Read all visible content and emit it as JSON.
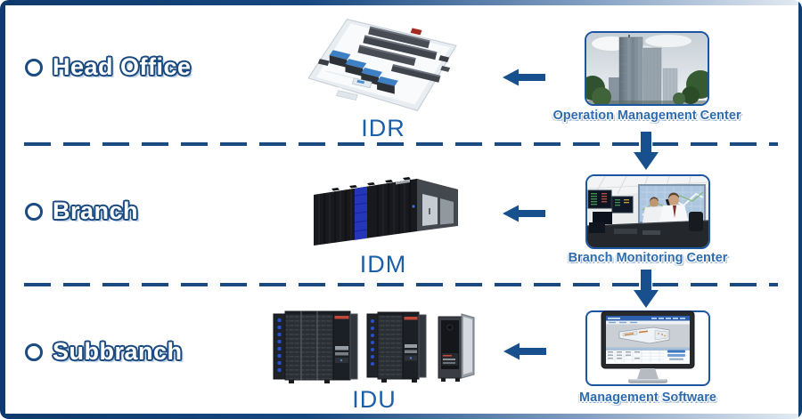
{
  "diagram": {
    "sections": [
      {
        "section_label": "Head Office",
        "equipment_label": "IDR",
        "center_label": "Operation Management Center"
      },
      {
        "section_label": "Branch",
        "equipment_label": "IDM",
        "center_label": "Branch Monitoring Center"
      },
      {
        "section_label": "Subbranch",
        "equipment_label": "IDU",
        "center_label": "Management Software"
      }
    ],
    "icons": {
      "left_arrow": "left-arrow-icon",
      "down_arrow": "down-arrow-icon",
      "bullet": "circle-bullet-icon"
    },
    "colors": {
      "frame_navy": "#0f3a6d",
      "arrow_blue": "#17508c",
      "dash_blue": "#1a4a80",
      "equipment_label_blue": "#1b5fa8",
      "center_label_blue": "#2e6cb0",
      "photo_border_blue": "#1c55a0"
    }
  }
}
